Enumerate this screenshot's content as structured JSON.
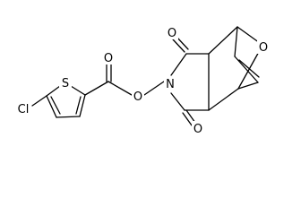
{
  "molecule": {
    "atoms": {
      "chlorine": "Cl",
      "thiophene_sulfur": "S",
      "ester_carbonyl_oxygen": "O",
      "ester_link_oxygen": "O",
      "imide_nitrogen": "N",
      "imide_carbonyl_oxygen_top": "O",
      "imide_carbonyl_oxygen_bottom": "O",
      "bridge_oxygen": "O"
    },
    "colors": {
      "bond": "#000000",
      "label": "#000000",
      "background": "#ffffff"
    }
  }
}
